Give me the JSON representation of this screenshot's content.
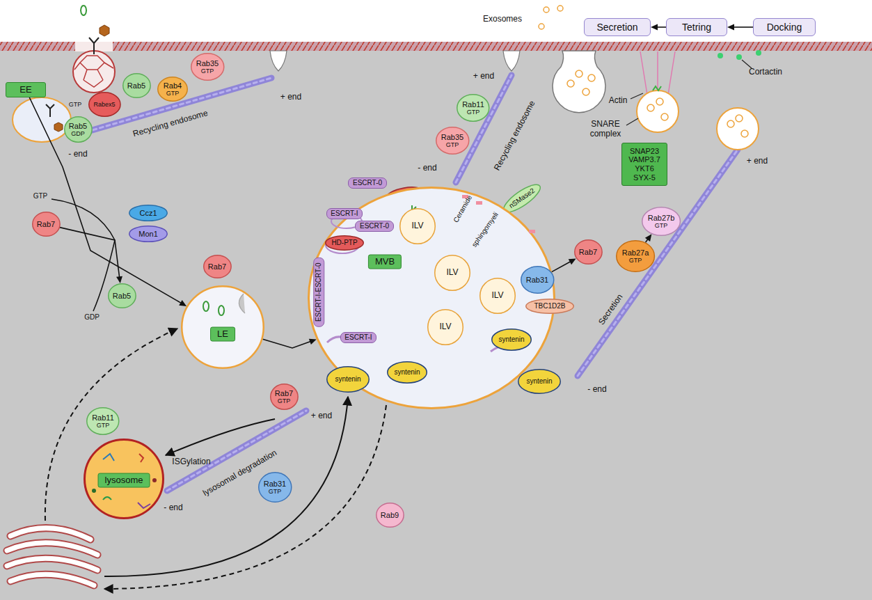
{
  "diagram": {
    "nodes": [
      {
        "text": [
          "Secretion"
        ]
      },
      {
        "text": [
          "Tetring"
        ]
      },
      {
        "text": [
          "Docking"
        ]
      },
      {
        "text": [
          "Rab35",
          "GTP"
        ]
      },
      {
        "text": [
          "EE"
        ]
      },
      {
        "text": [
          "Rab5"
        ]
      },
      {
        "text": [
          "Rab4",
          "GTP"
        ]
      },
      {
        "text": [
          "Rabex5"
        ]
      },
      {
        "text": [
          "Rab5",
          "GDP"
        ]
      },
      {
        "text": [
          "Rab11",
          "GTP"
        ]
      },
      {
        "text": [
          "Rab35",
          "GTP"
        ]
      },
      {
        "text": [
          "SNAP23",
          "VAMP3.7",
          "YKT6",
          "SYX-5"
        ]
      },
      {
        "text": [
          "ESCRT-0"
        ]
      },
      {
        "text": [
          "HD-PTP"
        ]
      },
      {
        "text": [
          "nSMase2"
        ]
      },
      {
        "text": [
          "Ccz1"
        ]
      },
      {
        "text": [
          "Rab7"
        ]
      },
      {
        "text": [
          "Rab27b",
          "GTP"
        ]
      },
      {
        "text": [
          "Mon1"
        ]
      },
      {
        "text": [
          "Rab7"
        ]
      },
      {
        "text": [
          "Rab27a",
          "GTP"
        ]
      },
      {
        "text": [
          "Rab7"
        ]
      },
      {
        "text": [
          "MVB"
        ]
      },
      {
        "text": [
          "ILV"
        ],
        "in": 22
      },
      {
        "text": [
          "ILV"
        ],
        "in": 22
      },
      {
        "text": [
          "ILV"
        ],
        "in": 22
      },
      {
        "text": [
          "ILV"
        ],
        "in": 22
      },
      {
        "text": [
          "syntenin"
        ],
        "in": 22
      },
      {
        "text": [
          "syntenin"
        ],
        "in": 22
      },
      {
        "text": [
          "ESCRT-I"
        ]
      },
      {
        "text": [
          "ESCRT-0"
        ]
      },
      {
        "text": [
          "HD-PTP"
        ]
      },
      {
        "text": [
          "ESCRT-I-ESCRT-0"
        ]
      },
      {
        "text": [
          "Rab31"
        ]
      },
      {
        "text": [
          "Rab5"
        ]
      },
      {
        "text": [
          "TBC1D2B"
        ]
      },
      {
        "text": [
          "LE"
        ]
      },
      {
        "text": [
          "ESCRT-I"
        ]
      },
      {
        "text": [
          "syntenin"
        ]
      },
      {
        "text": [
          "syntenin"
        ]
      },
      {
        "text": [
          "Rab7",
          "GTP"
        ]
      },
      {
        "text": [
          "Rab11",
          "GTP"
        ]
      },
      {
        "text": [
          "lysosome"
        ]
      },
      {
        "text": [
          "Rab31",
          "GTP"
        ]
      },
      {
        "text": [
          "Rab9"
        ]
      }
    ],
    "edges": [
      {
        "from": 2,
        "to": 1,
        "arrow": "to"
      },
      {
        "from": 1,
        "to": 0,
        "arrow": "to"
      },
      {
        "from": 4,
        "to": 36,
        "arrow": "to"
      },
      {
        "from": 36,
        "to": 22,
        "arrow": "to"
      },
      {
        "from": 33,
        "to": 19,
        "arrow": "to"
      },
      {
        "from": 20,
        "to": 17,
        "arrow": "to"
      },
      {
        "from": 16,
        "to": 34,
        "arrow": "to"
      }
    ],
    "labels": [
      "Exosomes",
      "Actin",
      "SNARE complex",
      "Cortactin",
      "GTP",
      "+ end",
      "Recycling endosome",
      "- end",
      "+ end",
      "Recycling endosome",
      "- end",
      "+ end",
      "GTP",
      "GDP",
      "Ceramide",
      "sphingomyeli",
      "Secretion",
      "- end",
      "+ end",
      "ISGylation",
      "- end",
      "lysosomal degradation"
    ]
  }
}
